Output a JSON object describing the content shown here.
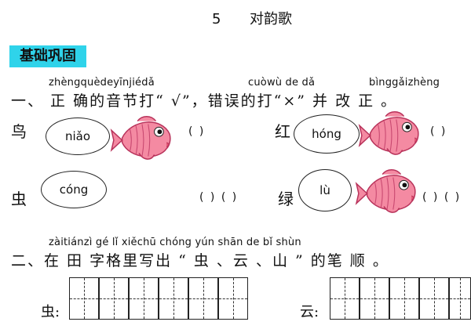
{
  "header": {
    "lesson_number": "5",
    "lesson_title": "对韵歌"
  },
  "section_label": "基础巩固",
  "q1": {
    "pinyin_a": "zhèngquèdeyīnjiédǎ",
    "pinyin_b": "cuòwù de dǎ",
    "pinyin_c": "bìnggǎizhèng",
    "text": "一、 正 确的音节打“ √”，错误的打“×” 并 改 正 。",
    "items": [
      {
        "char": "鸟",
        "pinyin": "niǎo",
        "paren": "(    )"
      },
      {
        "char": "红",
        "pinyin": "hóng",
        "paren": "(    )"
      },
      {
        "char": "虫",
        "pinyin": "cóng",
        "paren": "(    ) (    )"
      },
      {
        "char": "绿",
        "pinyin": "lù",
        "paren": "(    ) (    )"
      }
    ]
  },
  "q2": {
    "pinyin": "zàitiánzì gé lǐ xiěchū   chóng   yún   shān   de bǐ shùn",
    "text": "二、在 田 字格里写出 “ 虫 、云 、山 ” 的笔 顺 。",
    "label_left": "虫:",
    "label_right": "云:"
  },
  "fish_icon": "fish-icon",
  "colors": {
    "section_bg": "#2fd3ea",
    "fish": "#f06b8a"
  }
}
